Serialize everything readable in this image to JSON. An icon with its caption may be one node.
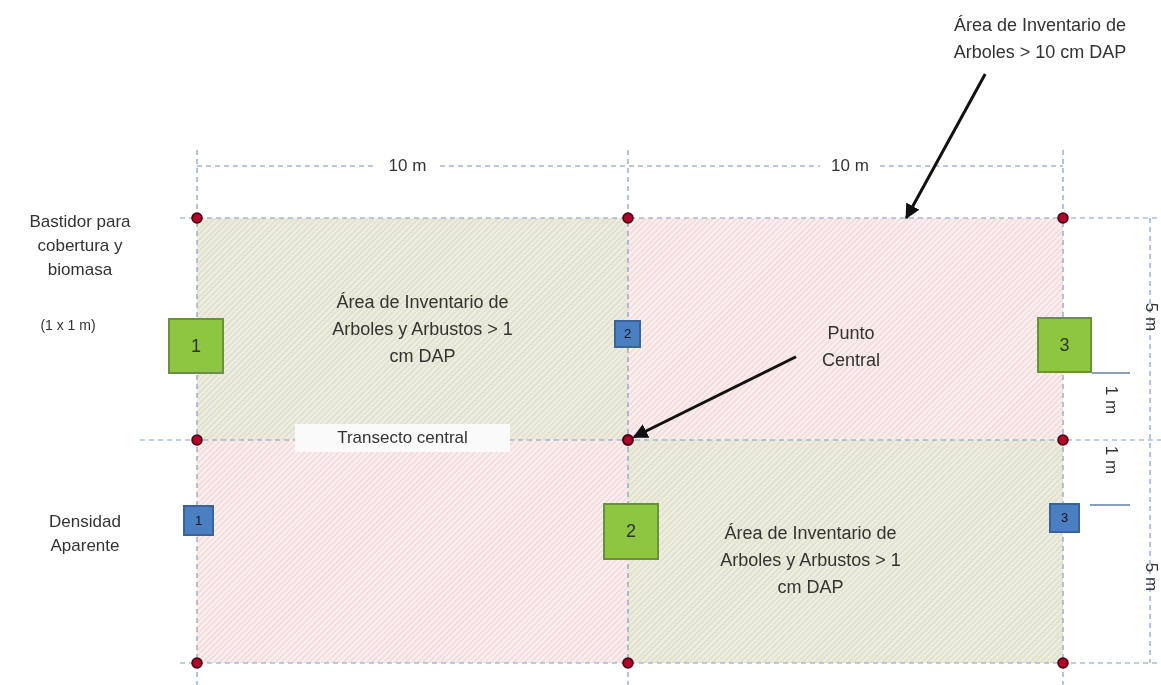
{
  "diagram": {
    "nodes": [
      {
        "text": [
          "Área de Inventario de Arboles > 10 cm DAP"
        ]
      },
      {
        "text": [
          "Área de Inventario de Arboles  y Arbustos > 1 cm DAP"
        ]
      },
      {
        "text": [],
        "shape": "box"
      },
      {
        "text": [],
        "shape": "box"
      },
      {
        "text": [
          "Área de Inventario de Arboles  y Arbustos > 1 cm DAP"
        ]
      },
      {
        "text": [
          "1"
        ]
      },
      {
        "text": [
          "2"
        ]
      },
      {
        "text": [
          "Punto Central"
        ],
        "in": 2
      },
      {
        "text": [
          "3"
        ]
      },
      {
        "text": [],
        "shape": "circle"
      },
      {
        "text": [
          "1"
        ]
      },
      {
        "text": [
          "2"
        ]
      },
      {
        "text": [
          "3"
        ]
      }
    ],
    "edges": [
      {
        "from": 0,
        "to": 2,
        "arrow": "to"
      },
      {
        "from": 7,
        "to": 9,
        "arrow": "to"
      }
    ],
    "labels": [
      "10 m",
      "10 m",
      "Bastidor para cobertura y biomasa",
      "(1 x 1 m)",
      "5 m",
      "1 m",
      "Transecto central",
      "1 m",
      "Densidad Aparente",
      "5 m"
    ]
  }
}
